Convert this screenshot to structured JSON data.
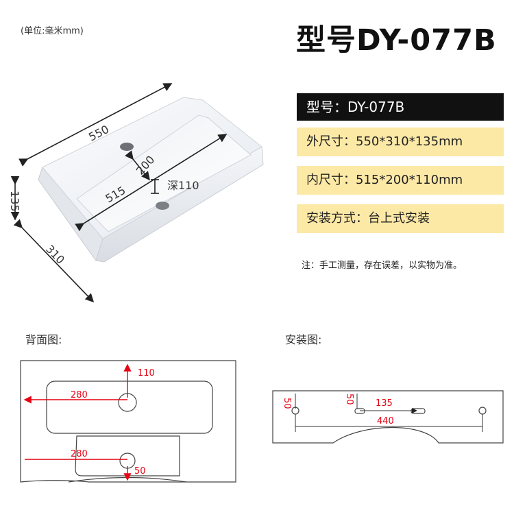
{
  "unit_note": "(单位:毫米mm)",
  "main_title": "型号DY-077B",
  "specs": {
    "model": "型号：DY-077B",
    "outer": "外尺寸：550*310*135mm",
    "inner": "内尺寸：515*200*110mm",
    "install": "安装方式：台上式安装"
  },
  "note": "注：手工测量，存在误差，以实物为准。",
  "product_dims": {
    "length": "550",
    "height": "135",
    "width": "310",
    "inner_width": "200",
    "inner_length": "515",
    "depth": "深110"
  },
  "back_view": {
    "title": "背面图:",
    "dim_top": "110",
    "dim_upper_left": "280",
    "dim_lower_left": "280",
    "dim_bottom": "50"
  },
  "install_view": {
    "title": "安装图:",
    "dim_left": "50",
    "dim_center": "50",
    "dim_spacing": "135",
    "dim_span": "440"
  }
}
